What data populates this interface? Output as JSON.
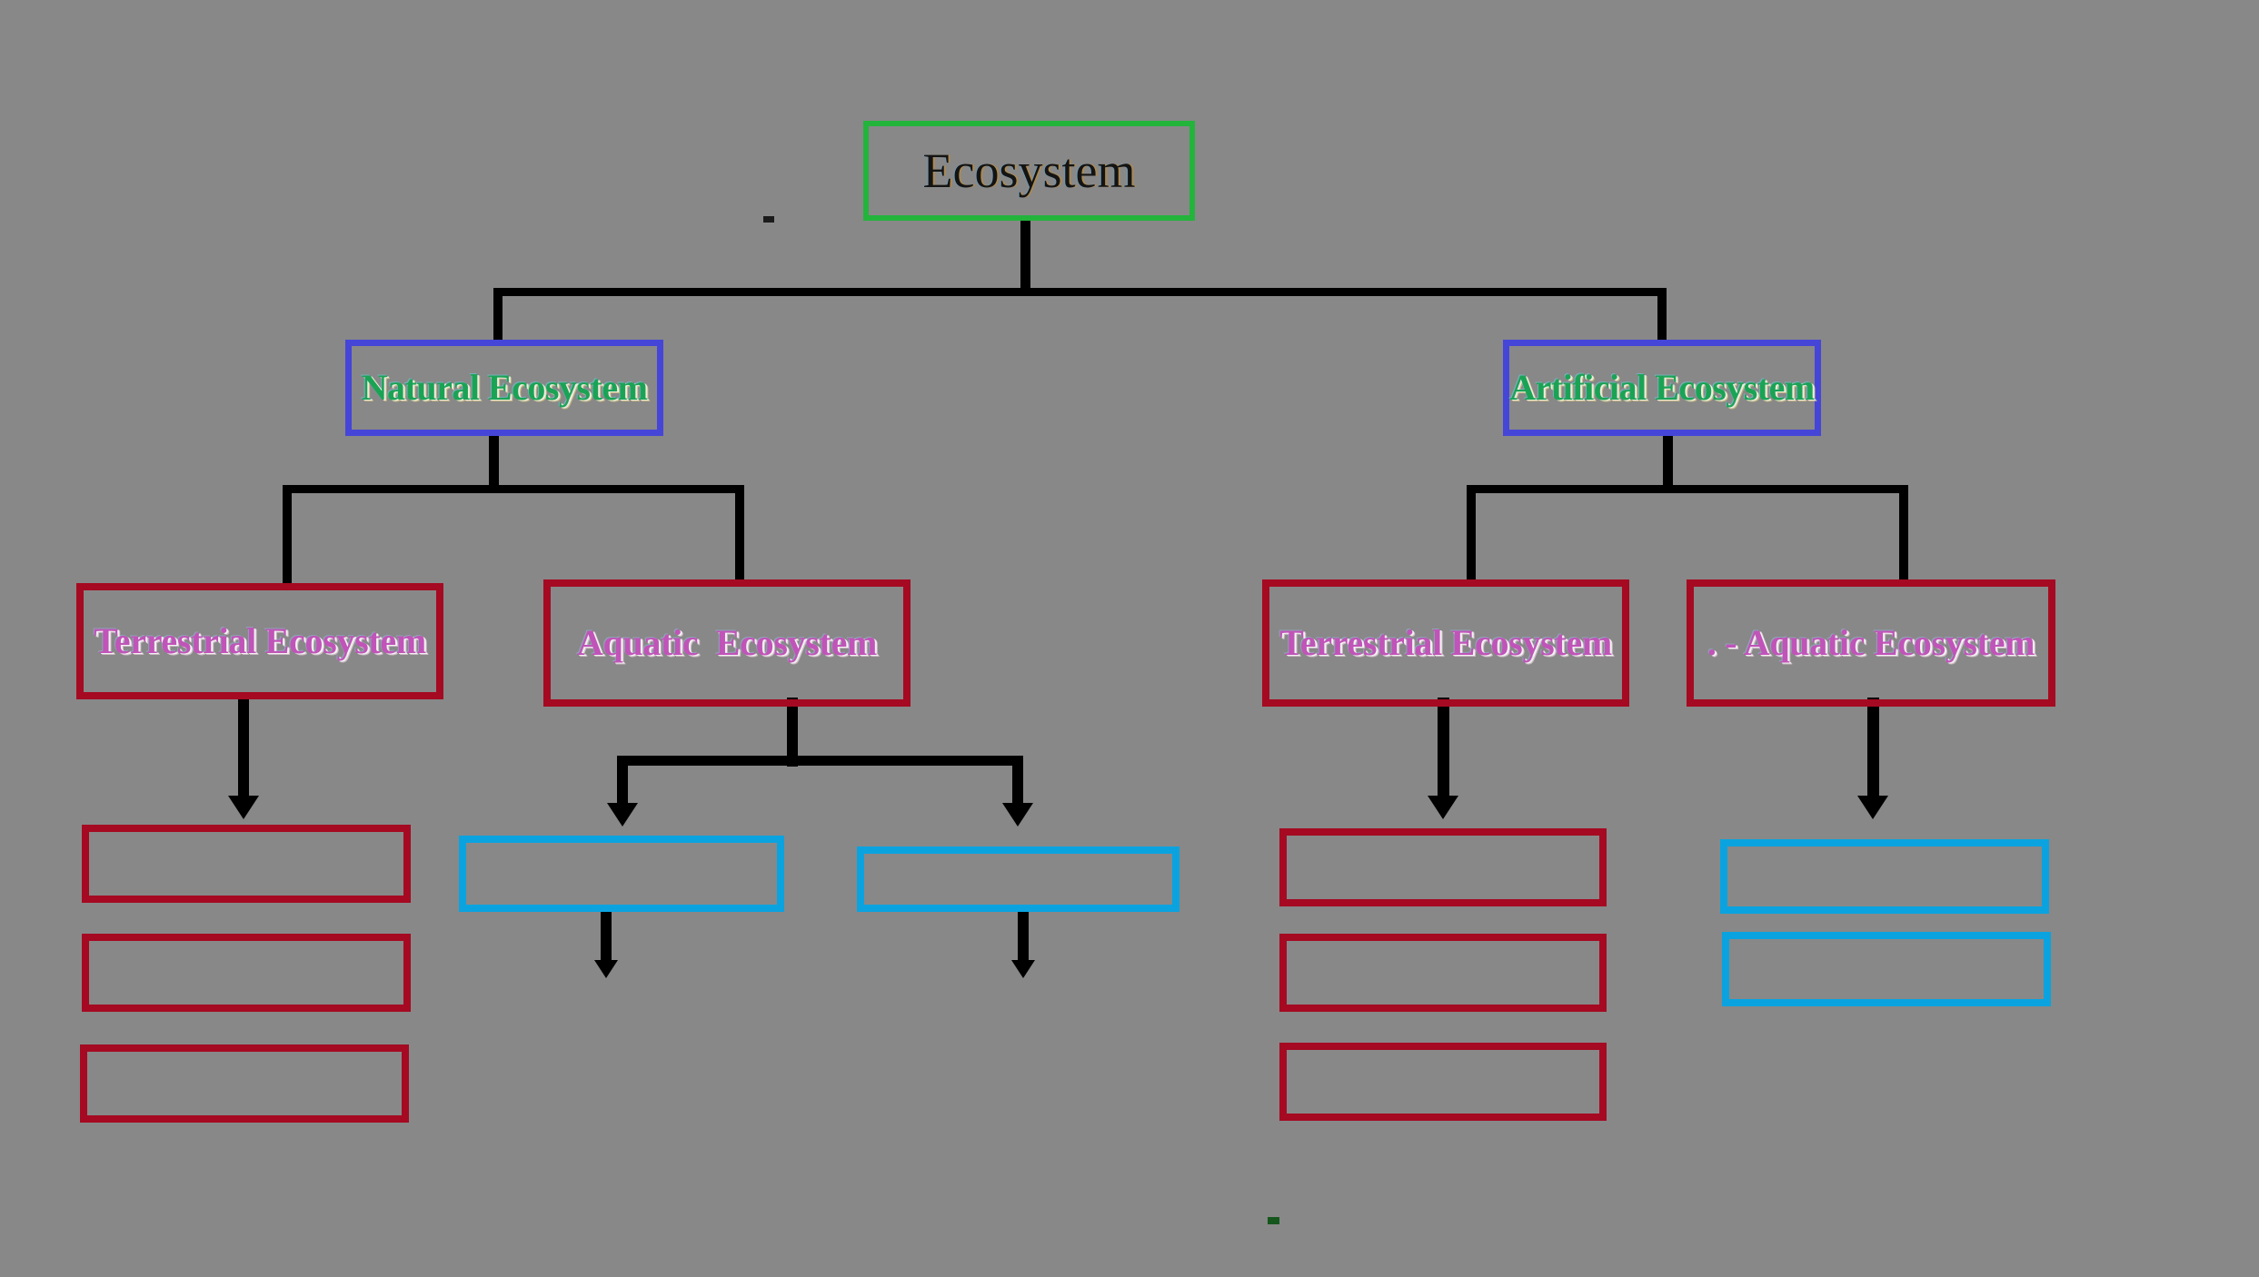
{
  "diagram": {
    "title": "Ecosystem classification hierarchy",
    "background_color": "#888888",
    "nodes": {
      "root": {
        "label": "Ecosystem",
        "border_color": "#23b43c",
        "text_color": "#141414"
      },
      "natural": {
        "label": "Natural Ecosystem",
        "border_color": "#4545d8",
        "text_color": "#1ba355"
      },
      "artificial": {
        "label": "Artificial Ecosystem",
        "border_color": "#4545d8",
        "text_color": "#1ba355"
      },
      "natural_terrestrial": {
        "label": "Terrestrial Ecosystem",
        "border_color": "#a50a22",
        "text_color": "#c054b8"
      },
      "natural_aquatic": {
        "label": "Aquatic  Ecosystem",
        "border_color": "#a50a22",
        "text_color": "#c054b8"
      },
      "artificial_terrestrial": {
        "label": "Terrestrial Ecosystem",
        "border_color": "#a50a22",
        "text_color": "#c054b8"
      },
      "artificial_aquatic": {
        "label": ". - Aquatic Ecosystem",
        "border_color": "#a50a22",
        "text_color": "#c054b8"
      }
    },
    "leaves": {
      "natural_terrestrial_1": {
        "label": "",
        "border_color": "#a50a22"
      },
      "natural_terrestrial_2": {
        "label": "",
        "border_color": "#a50a22"
      },
      "natural_terrestrial_3": {
        "label": "",
        "border_color": "#a50a22"
      },
      "natural_aquatic_1": {
        "label": "",
        "border_color": "#0aa3e0"
      },
      "natural_aquatic_2": {
        "label": "",
        "border_color": "#0aa3e0"
      },
      "artificial_terrestrial_1": {
        "label": "",
        "border_color": "#a50a22"
      },
      "artificial_terrestrial_2": {
        "label": "",
        "border_color": "#a50a22"
      },
      "artificial_terrestrial_3": {
        "label": "",
        "border_color": "#a50a22"
      },
      "artificial_aquatic_1": {
        "label": "",
        "border_color": "#0aa3e0"
      },
      "artificial_aquatic_2": {
        "label": "",
        "border_color": "#0aa3e0"
      }
    },
    "connector_color": "#000000",
    "specks": [
      {
        "name": "stray-dot-upper",
        "color": "#1b1b1b"
      },
      {
        "name": "stray-dot-lower",
        "color": "#14561c"
      }
    ]
  }
}
